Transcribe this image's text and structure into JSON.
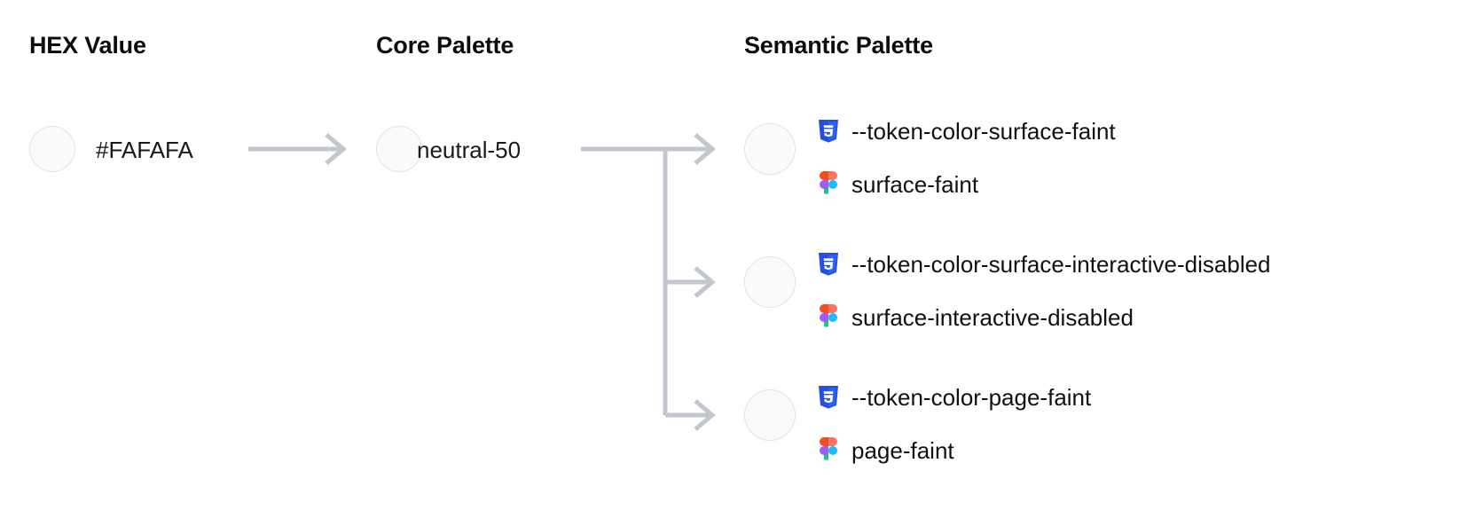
{
  "columns": {
    "hex": "HEX Value",
    "core": "Core Palette",
    "semantic": "Semantic Palette"
  },
  "hex": {
    "value": "#FAFAFA",
    "swatch_color": "#FAFAFA"
  },
  "core": {
    "value": "neutral-50",
    "swatch_color": "#FAFAFA"
  },
  "semantic": [
    {
      "swatch_color": "#FAFAFA",
      "css_icon": "css3-icon",
      "css_token": "--token-color-surface-faint",
      "figma_icon": "figma-icon",
      "figma_token": "surface-faint"
    },
    {
      "swatch_color": "#FAFAFA",
      "css_icon": "css3-icon",
      "css_token": "--token-color-surface-interactive-disabled",
      "figma_icon": "figma-icon",
      "figma_token": "surface-interactive-disabled"
    },
    {
      "swatch_color": "#FAFAFA",
      "css_icon": "css3-icon",
      "css_token": "--token-color-page-faint",
      "figma_icon": "figma-icon",
      "figma_token": "page-faint"
    }
  ],
  "theme": {
    "connector_color": "#c3c6cd",
    "swatch_border": "#e3e3e6",
    "text_color": "#111111",
    "heading_color": "#0d0d0d",
    "css_brand": "#2965f1",
    "css_brand_dark": "#264de4",
    "figma_orange": "#f24e1e",
    "figma_salmon": "#ff7262",
    "figma_purple": "#a259ff",
    "figma_blue": "#1abcfe",
    "figma_green": "#0acf83"
  }
}
